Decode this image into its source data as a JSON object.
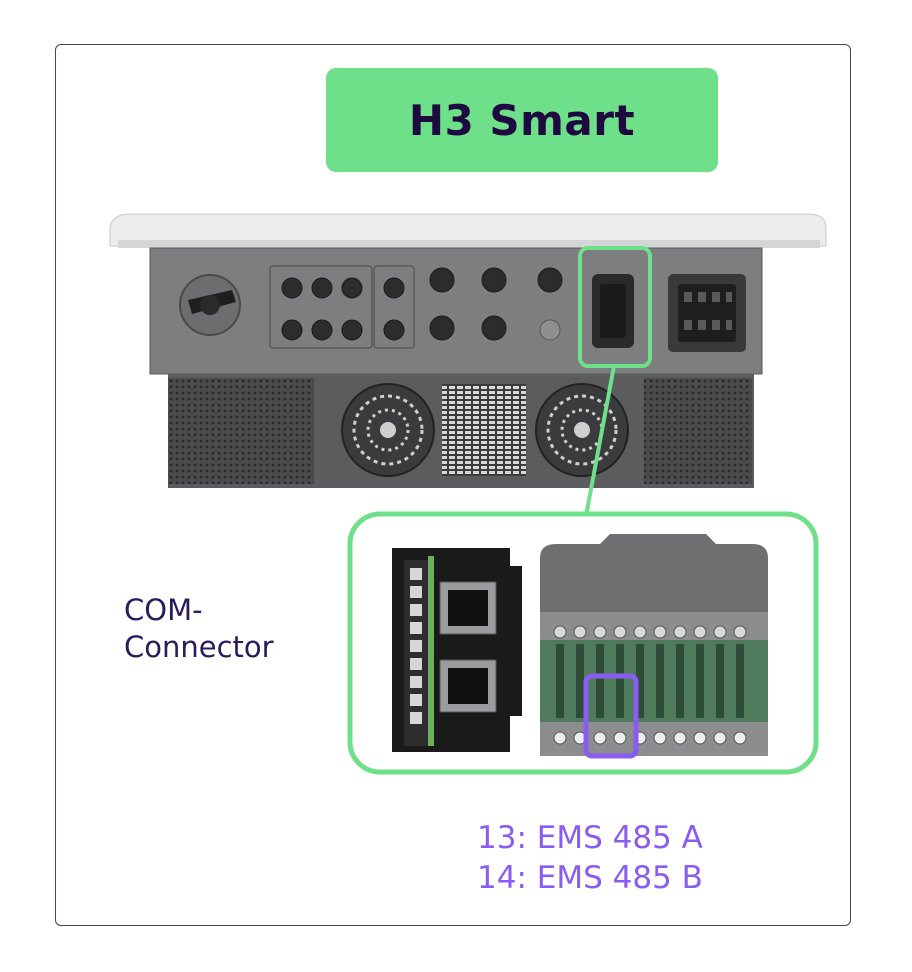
{
  "title": "H3 Smart",
  "connector_label": "COM-\nConnector",
  "connector_label_line1": "COM-",
  "connector_label_line2": "Connector",
  "pins": [
    {
      "text": "13: EMS 485 A"
    },
    {
      "text": "14: EMS 485 B"
    }
  ],
  "colors": {
    "highlight_green": "#6fe08a",
    "highlight_purple": "#8a5cf0",
    "title_text": "#1e0a40",
    "label_text": "#2a1a5e",
    "inverter_body": "#77787a"
  }
}
